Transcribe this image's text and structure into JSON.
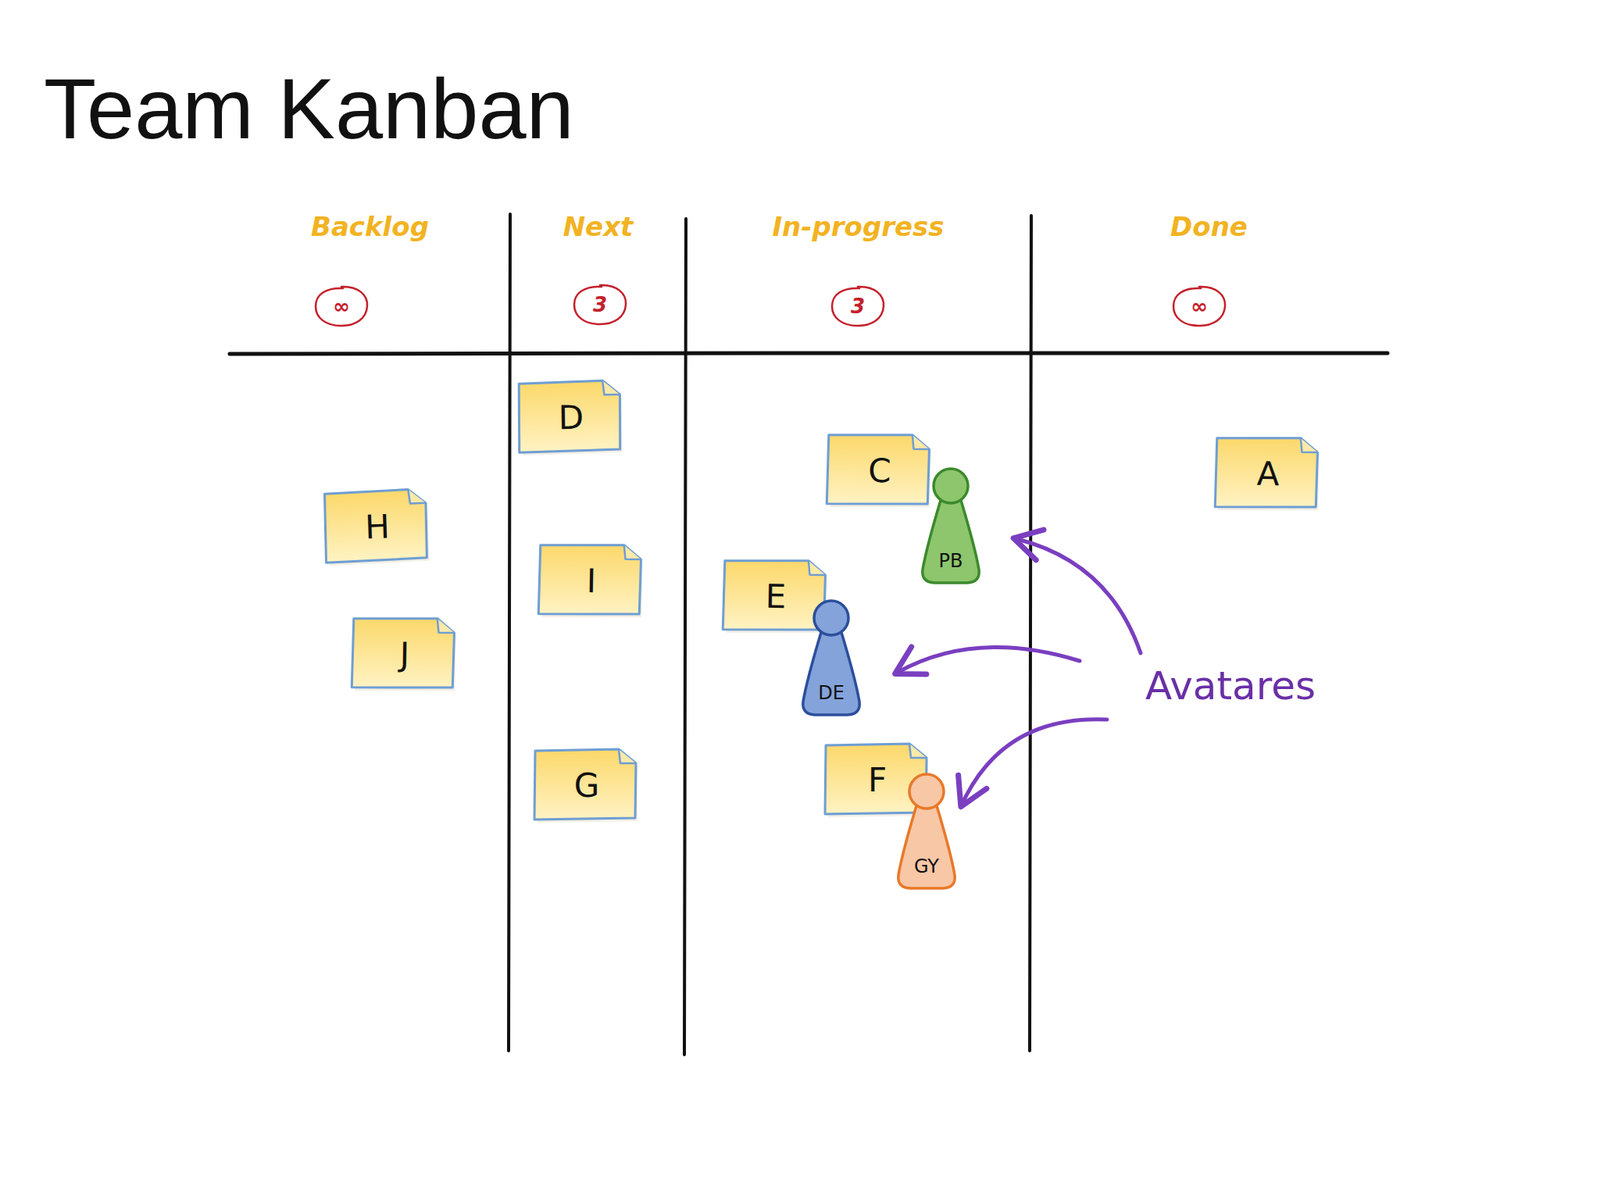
{
  "diagram": {
    "title": "Team Kanban",
    "nodes": [
      {
        "text": [
          "Backlog"
        ]
      },
      {
        "text": [
          "∞"
        ],
        "in": 0
      },
      {
        "text": [
          "H"
        ],
        "in": 0
      },
      {
        "text": [
          "J"
        ],
        "in": 0
      },
      {
        "text": [
          "Next"
        ]
      },
      {
        "text": [
          "3"
        ],
        "in": 4
      },
      {
        "text": [
          "D"
        ],
        "in": 4
      },
      {
        "text": [
          "I"
        ],
        "in": 4
      },
      {
        "text": [
          "G"
        ],
        "in": 4
      },
      {
        "text": [
          "In-progress"
        ]
      },
      {
        "text": [
          "3"
        ],
        "in": 9
      },
      {
        "text": [
          "C"
        ],
        "in": 9
      },
      {
        "text": [
          "PB"
        ],
        "in": 9
      },
      {
        "text": [
          "E"
        ],
        "in": 9
      },
      {
        "text": [
          "DE"
        ],
        "in": 9
      },
      {
        "text": [
          "F"
        ],
        "in": 9
      },
      {
        "text": [
          "GY"
        ],
        "in": 9
      },
      {
        "text": [
          "Done"
        ]
      },
      {
        "text": [
          "∞"
        ],
        "in": 17
      },
      {
        "text": [
          "A"
        ],
        "in": 17
      }
    ],
    "labels": [
      "Avatares"
    ]
  }
}
